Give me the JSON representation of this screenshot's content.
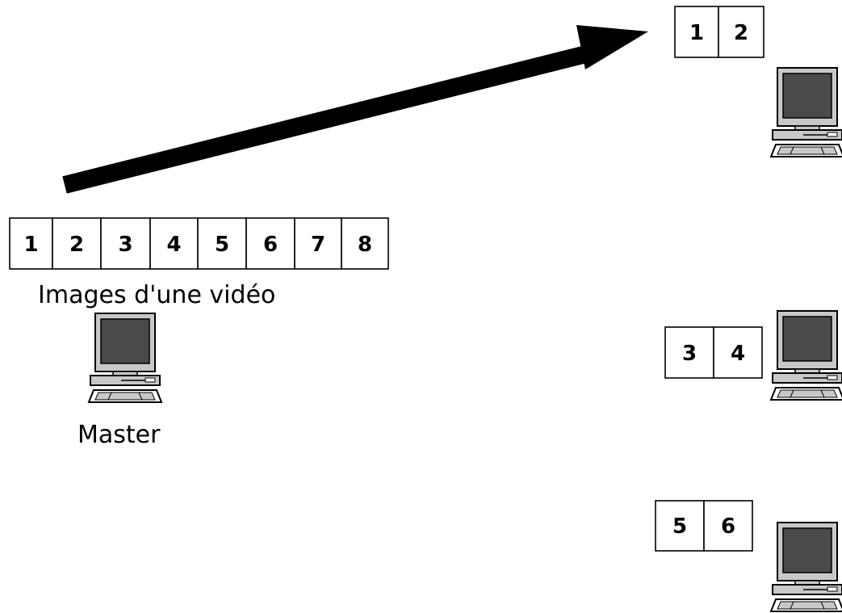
{
  "video_frames": {
    "caption": "Images d'une vidéo",
    "frames": [
      "1",
      "2",
      "3",
      "4",
      "5",
      "6",
      "7",
      "8"
    ]
  },
  "master": {
    "label": "Master",
    "icon": "desktop-computer-icon"
  },
  "workers": [
    {
      "frames": [
        "1",
        "2"
      ],
      "icon": "desktop-computer-icon"
    },
    {
      "frames": [
        "3",
        "4"
      ],
      "icon": "desktop-computer-icon"
    },
    {
      "frames": [
        "5",
        "6"
      ],
      "icon": "desktop-computer-icon"
    }
  ],
  "arrow": {
    "from": "master",
    "to": "worker-1",
    "icon": "thick-arrow-icon"
  },
  "colors": {
    "line": "#000000",
    "background": "#ffffff",
    "monitor_case": "#c8c8c8",
    "screen": "#4a4a4a"
  }
}
